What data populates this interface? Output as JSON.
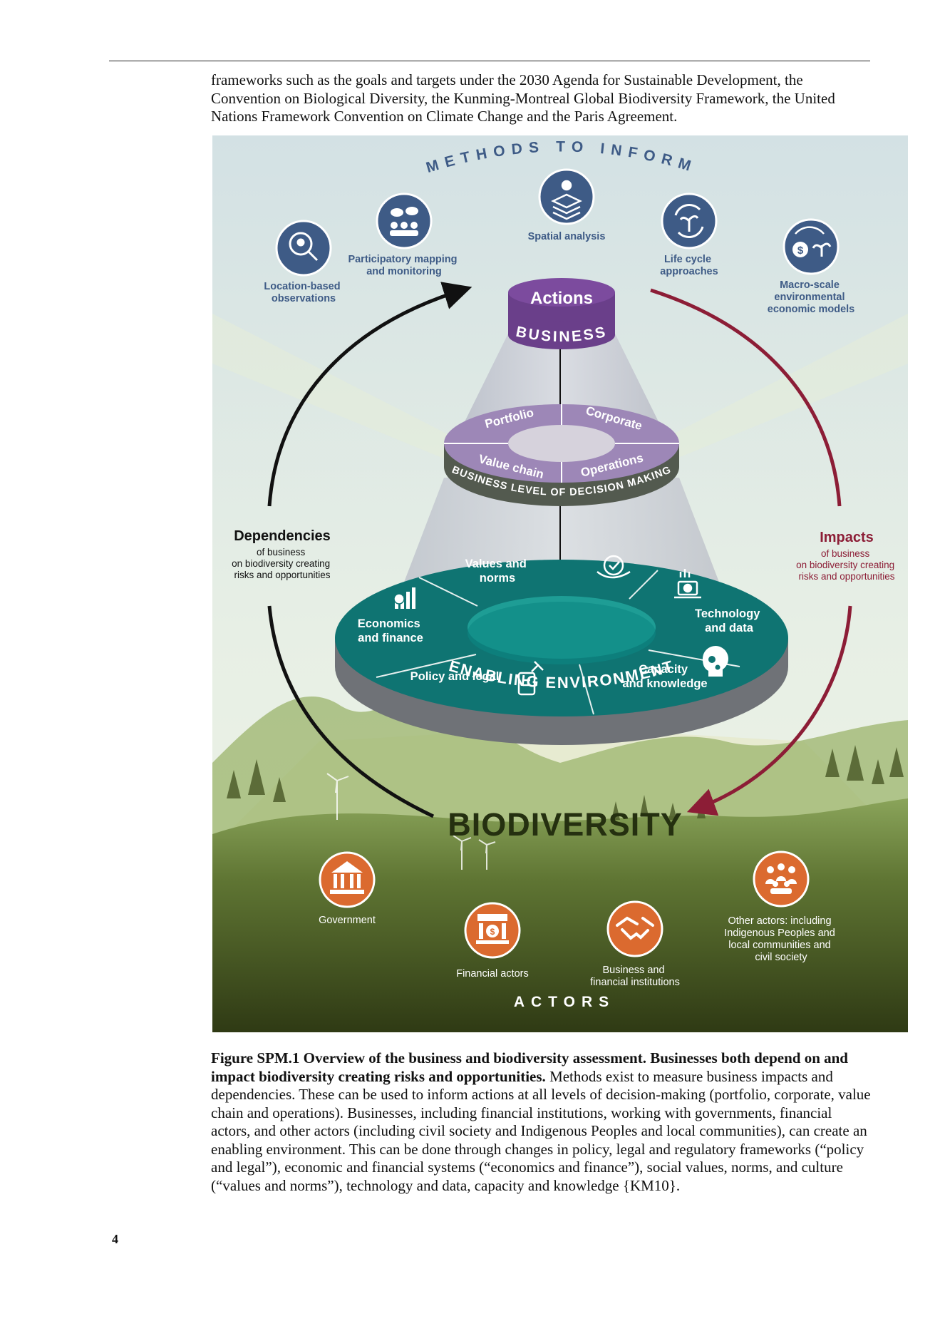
{
  "intro_text": "frameworks such as the goals and targets under the 2030 Agenda for Sustainable Development, the Convention on Biological Diversity, the Kunming-Montreal Global Biodiversity Framework, the United Nations Framework Convention on Climate Change and the Paris Agreement.",
  "figure": {
    "methods_title": "METHODS TO INFORM",
    "methods": [
      {
        "icon": "location-search-icon",
        "lines": [
          "Location-based",
          "observations"
        ]
      },
      {
        "icon": "people-speech-icon",
        "lines": [
          "Participatory mapping",
          "and monitoring"
        ]
      },
      {
        "icon": "map-layers-icon",
        "lines": [
          "Spatial analysis"
        ]
      },
      {
        "icon": "recycle-plant-icon",
        "lines": [
          "Life cycle",
          "approaches"
        ]
      },
      {
        "icon": "dollar-plant-cycle-icon",
        "lines": [
          "Macro-scale",
          "environmental",
          "economic models"
        ]
      }
    ],
    "actions_label": "Actions",
    "business_label": "BUSINESS",
    "decision_levels": [
      "Portfolio",
      "Corporate",
      "Value chain",
      "Operations"
    ],
    "decision_band": "BUSINESS LEVEL OF DECISION MAKING",
    "dependencies": {
      "title": "Dependencies",
      "lines": [
        "of business",
        "on biodiversity creating",
        "risks and opportunities"
      ]
    },
    "impacts": {
      "title": "Impacts",
      "lines": [
        "of business",
        "on biodiversity creating",
        "risks and opportunities"
      ]
    },
    "enablers": [
      {
        "icon": "handshake-check-icon",
        "lines": [
          "Values and",
          "norms"
        ]
      },
      {
        "icon": "laptop-chart-icon",
        "lines": [
          "Technology",
          "and data"
        ]
      },
      {
        "icon": "brain-gears-icon",
        "lines": [
          "Capacity",
          "and knowledge"
        ]
      },
      {
        "icon": "gavel-scroll-icon",
        "lines": [
          "Policy and legal"
        ]
      },
      {
        "icon": "finance-chart-icon",
        "lines": [
          "Economics",
          "and finance"
        ]
      }
    ],
    "enabling_band": "ENABLING ENVIRONMENT",
    "biodiversity_label": "BIODIVERSITY",
    "actors_title": "ACTORS",
    "actors": [
      {
        "icon": "government-building-icon",
        "lines": [
          "Government"
        ]
      },
      {
        "icon": "bank-icon",
        "lines": [
          "Financial actors"
        ]
      },
      {
        "icon": "handshake-icon",
        "lines": [
          "Business and",
          "financial institutions"
        ]
      },
      {
        "icon": "people-group-icon",
        "lines": [
          "Other actors: including",
          "Indigenous Peoples and",
          "local communities and",
          "civil society"
        ]
      }
    ],
    "colors": {
      "navy": "#3e5b86",
      "purple": "#6a3f8a",
      "lavender": "#9d87b7",
      "teal": "#0f7472",
      "teal_band": "#6f7277",
      "dark_red": "#8c1d36",
      "orange": "#db6a2f",
      "ground": "#3f4a21"
    }
  },
  "caption": {
    "bold": "Figure SPM.1 Overview of the business and biodiversity assessment. Businesses both depend on and impact biodiversity creating risks and opportunities.",
    "text": " Methods exist to measure business impacts and dependencies. These can be used to inform actions at all levels of decision-making (portfolio, corporate, value chain and operations). Businesses, including financial institutions, working with governments, financial actors, and other actors (including civil society and Indigenous Peoples and local communities), can create an enabling environment. This can be done through changes in policy, legal and regulatory frameworks (“policy and legal”), economic and financial systems (“economics and finance”), social values, norms, and culture (“values and norms”), technology and data, capacity and knowledge {KM10}."
  },
  "page_number": "4"
}
